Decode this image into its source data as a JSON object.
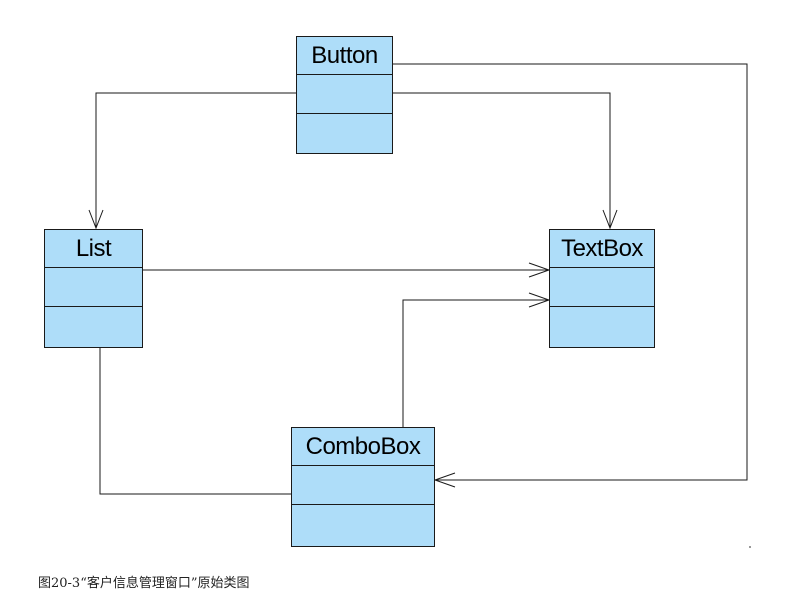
{
  "diagram": {
    "classes": [
      {
        "id": "button",
        "name": "Button"
      },
      {
        "id": "list",
        "name": "List"
      },
      {
        "id": "textbox",
        "name": "TextBox"
      },
      {
        "id": "combobox",
        "name": "ComboBox"
      }
    ],
    "associations": [
      {
        "from": "Button",
        "to": "List",
        "type": "directed"
      },
      {
        "from": "Button",
        "to": "TextBox",
        "type": "directed"
      },
      {
        "from": "Button",
        "to": "ComboBox",
        "type": "directed"
      },
      {
        "from": "List",
        "to": "TextBox",
        "type": "directed"
      },
      {
        "from": "ComboBox",
        "to": "TextBox",
        "type": "directed"
      },
      {
        "from": "List",
        "to": "ComboBox",
        "type": "plain"
      }
    ],
    "colors": {
      "class_fill": "#aeddf9",
      "line": "#1a1a1a"
    },
    "caption": "图20-3“客户信息管理窗口”原始类图"
  }
}
